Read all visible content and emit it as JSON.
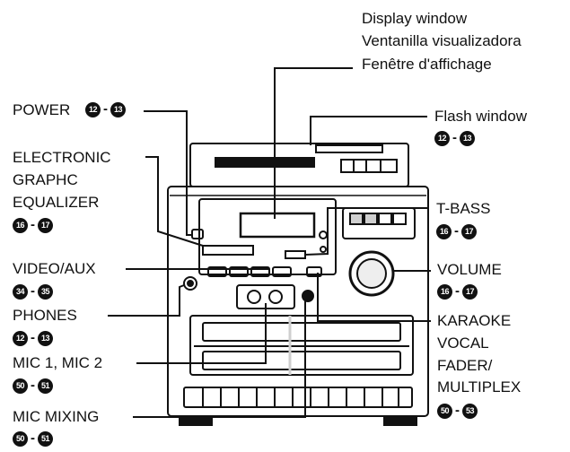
{
  "labels": {
    "display": [
      "Display window",
      "Ventanilla visualizadora",
      "Fenêtre d'affichage"
    ],
    "power": "POWER",
    "flash": "Flash window",
    "equalizer": [
      "ELECTRONIC",
      "GRAPHC",
      "EQUALIZER"
    ],
    "tbass": "T-BASS",
    "video": "VIDEO/AUX",
    "volume": "VOLUME",
    "phones": "PHONES",
    "karaoke": [
      "KARAOKE",
      "VOCAL",
      "FADER/",
      "MULTIPLEX"
    ],
    "mic": "MIC 1,  MIC 2",
    "micmix": "MIC MIXING"
  },
  "refs": {
    "power": [
      "12",
      "13"
    ],
    "flash": [
      "12",
      "13"
    ],
    "equalizer": [
      "16",
      "17"
    ],
    "tbass": [
      "16",
      "17"
    ],
    "video": [
      "34",
      "35"
    ],
    "volume": [
      "16",
      "17"
    ],
    "phones": [
      "12",
      "13"
    ],
    "karaoke": [
      "50",
      "53"
    ],
    "mic": [
      "50",
      "51"
    ],
    "micmix": [
      "50",
      "51"
    ]
  },
  "colors": {
    "ink": "#111111",
    "paper": "#ffffff",
    "shade": "#cfcfcf"
  }
}
